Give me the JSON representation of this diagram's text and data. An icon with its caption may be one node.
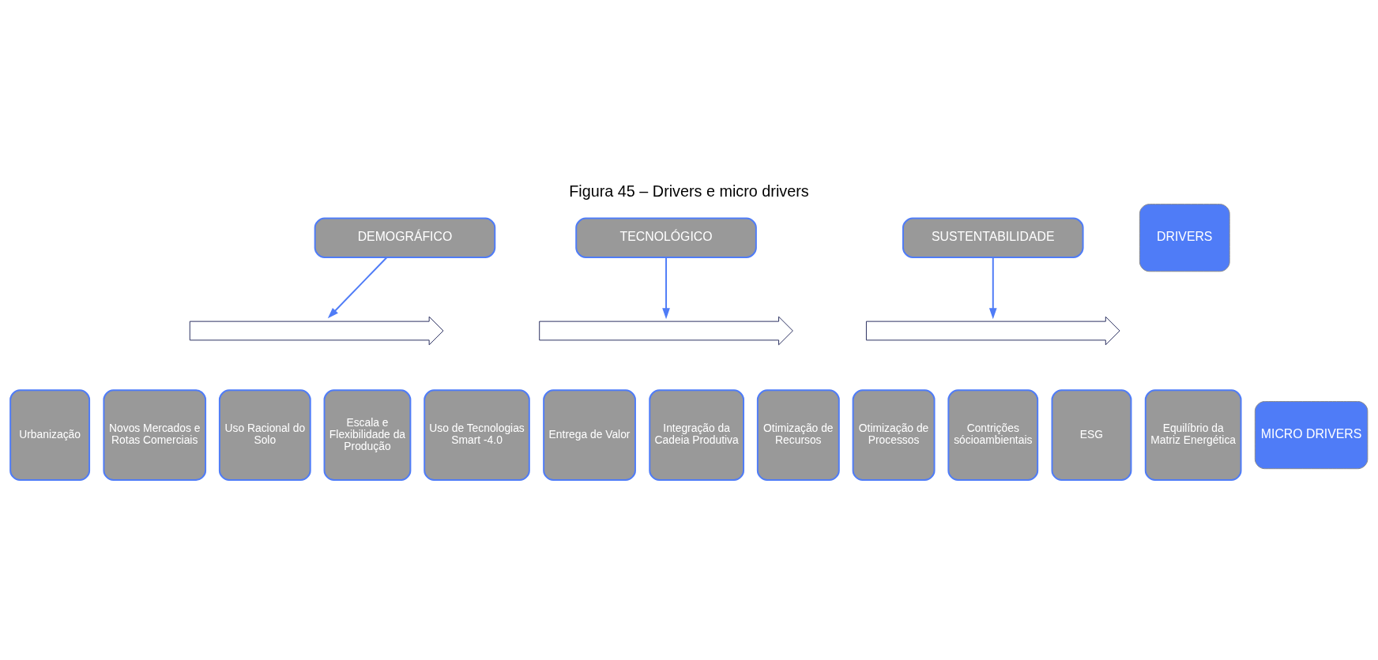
{
  "diagram": {
    "title": "Figura 45 – Drivers e micro drivers",
    "nodes": [
      {
        "text": [
          "DEMOGRÁFICO"
        ]
      },
      {
        "text": [
          "TECNOLÓGICO"
        ]
      },
      {
        "text": [
          "SUSTENTABILIDADE"
        ]
      },
      {
        "text": [
          "DRIVERS"
        ]
      },
      {
        "text": [],
        "shape": "chevron"
      },
      {
        "text": [],
        "shape": "chevron"
      },
      {
        "text": [],
        "shape": "chevron"
      },
      {
        "text": [
          "Urbanização"
        ]
      },
      {
        "text": [
          "Novos Mercados e Rotas Comerciais"
        ]
      },
      {
        "text": [
          "Uso Racional do Solo"
        ]
      },
      {
        "text": [
          "Escala e Flexibilidade da Produção"
        ]
      },
      {
        "text": [
          "Uso de Tecnologias Smart -4.0"
        ]
      },
      {
        "text": [
          "Entrega de Valor"
        ]
      },
      {
        "text": [
          "Integração da Cadeia Produtiva"
        ]
      },
      {
        "text": [
          "Otimização de Recursos"
        ]
      },
      {
        "text": [
          "Otimização de Processos"
        ]
      },
      {
        "text": [
          "Contrições sócioambientais"
        ]
      },
      {
        "text": [
          "ESG"
        ]
      },
      {
        "text": [
          "Equilíbrio da Matriz Energética"
        ]
      },
      {
        "text": [
          "MICRO DRIVERS"
        ]
      }
    ],
    "edges": [
      {
        "from": 0,
        "to": 4,
        "arrow": "to"
      },
      {
        "from": 1,
        "to": 5,
        "arrow": "to"
      },
      {
        "from": 2,
        "to": 6,
        "arrow": "to"
      }
    ]
  }
}
